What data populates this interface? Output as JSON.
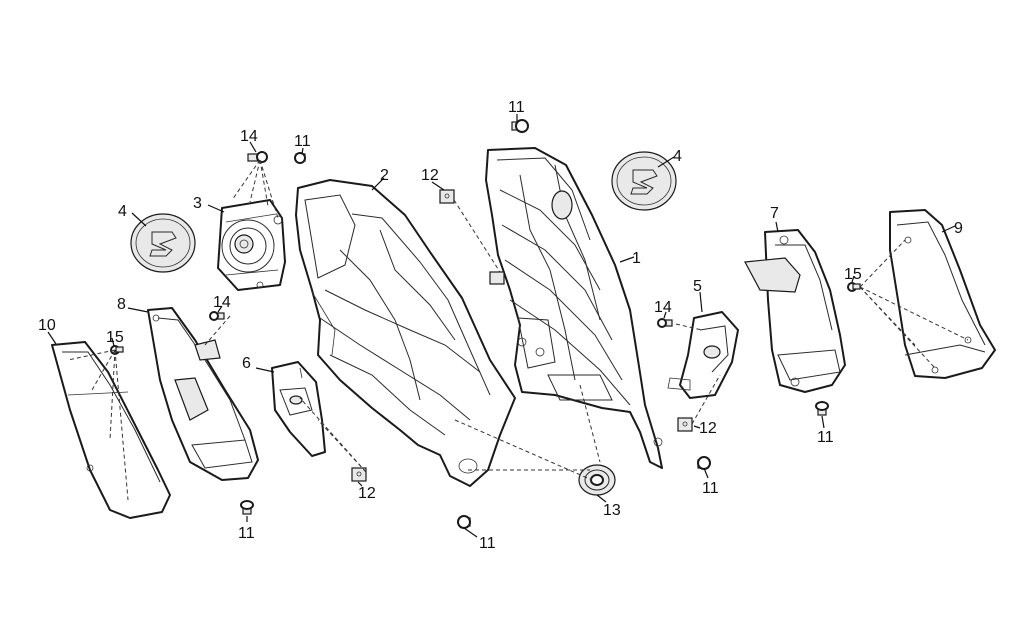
{
  "callouts": {
    "c1": "1",
    "c2": "2",
    "c3": "3",
    "c4a": "4",
    "c4b": "4",
    "c5": "5",
    "c6": "6",
    "c7": "7",
    "c8": "8",
    "c9": "9",
    "c10": "10",
    "c11a": "11",
    "c11b": "11",
    "c11c": "11",
    "c11d": "11",
    "c11e": "11",
    "c11f": "11",
    "c12a": "12",
    "c12b": "12",
    "c12c": "12",
    "c13": "13",
    "c14a": "14",
    "c14b": "14",
    "c14c": "14",
    "c15a": "15",
    "c15b": "15"
  }
}
